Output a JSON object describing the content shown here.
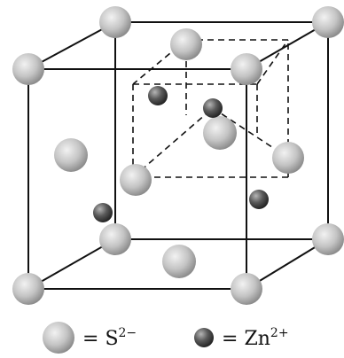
{
  "legend": {
    "items": [
      {
        "ion": "S",
        "charge": "2−",
        "label_prefix": "= ",
        "kind": "large"
      },
      {
        "ion": "Zn",
        "charge": "2+",
        "label_prefix": "= ",
        "kind": "small"
      }
    ]
  },
  "colors": {
    "line": "#111111",
    "large_atom_light": "#e6e6e6",
    "large_atom_dark": "#8a8a8a",
    "small_atom_light": "#9c9c9c",
    "small_atom_dark": "#2f2f2f",
    "background": "#ffffff"
  }
}
